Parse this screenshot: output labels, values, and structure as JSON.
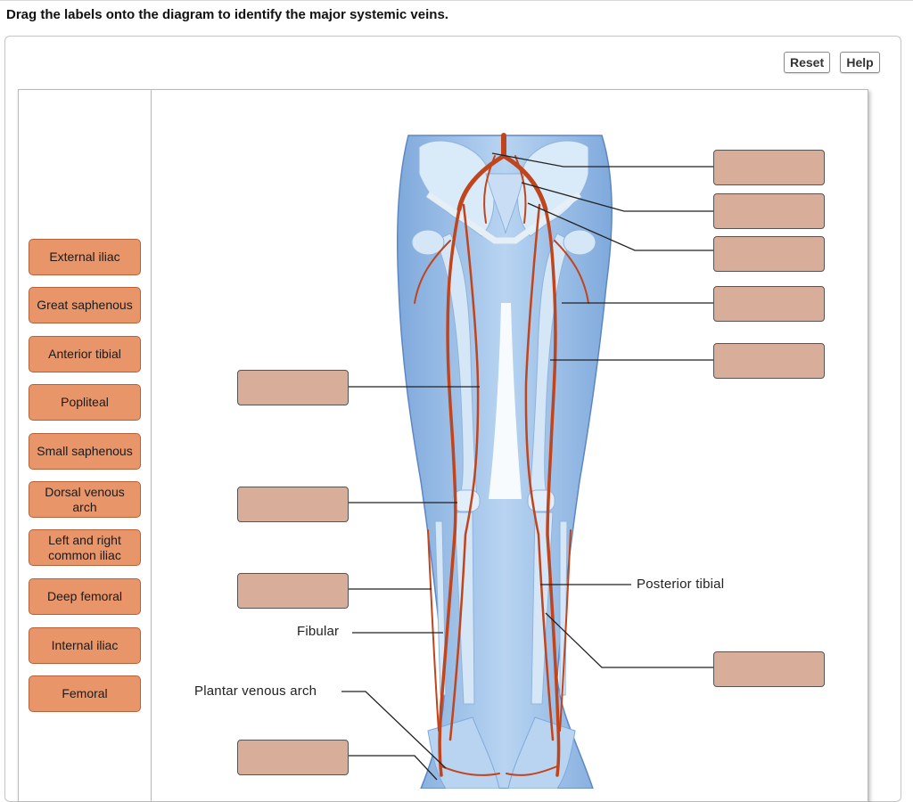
{
  "instructions": "Drag the labels onto the diagram to identify the major systemic veins.",
  "toolbar": {
    "reset_label": "Reset",
    "help_label": "Help"
  },
  "label_bank": [
    "External iliac",
    "Great saphenous",
    "Anterior tibial",
    "Popliteal",
    "Small saphenous",
    "Dorsal venous arch",
    "Left and right common iliac",
    "Deep femoral",
    "Internal iliac",
    "Femoral"
  ],
  "diagram": {
    "fixed_labels": {
      "posterior_tibial": "Posterior tibial",
      "fibular": "Fibular",
      "plantar_venous_arch": "Plantar venous arch"
    },
    "colors": {
      "skin": "#9fc3ea",
      "bone": "#d5e7f7",
      "vein": "#c0441c",
      "drop_target": "#d8ad99",
      "label_chip": "#e8956a"
    }
  }
}
